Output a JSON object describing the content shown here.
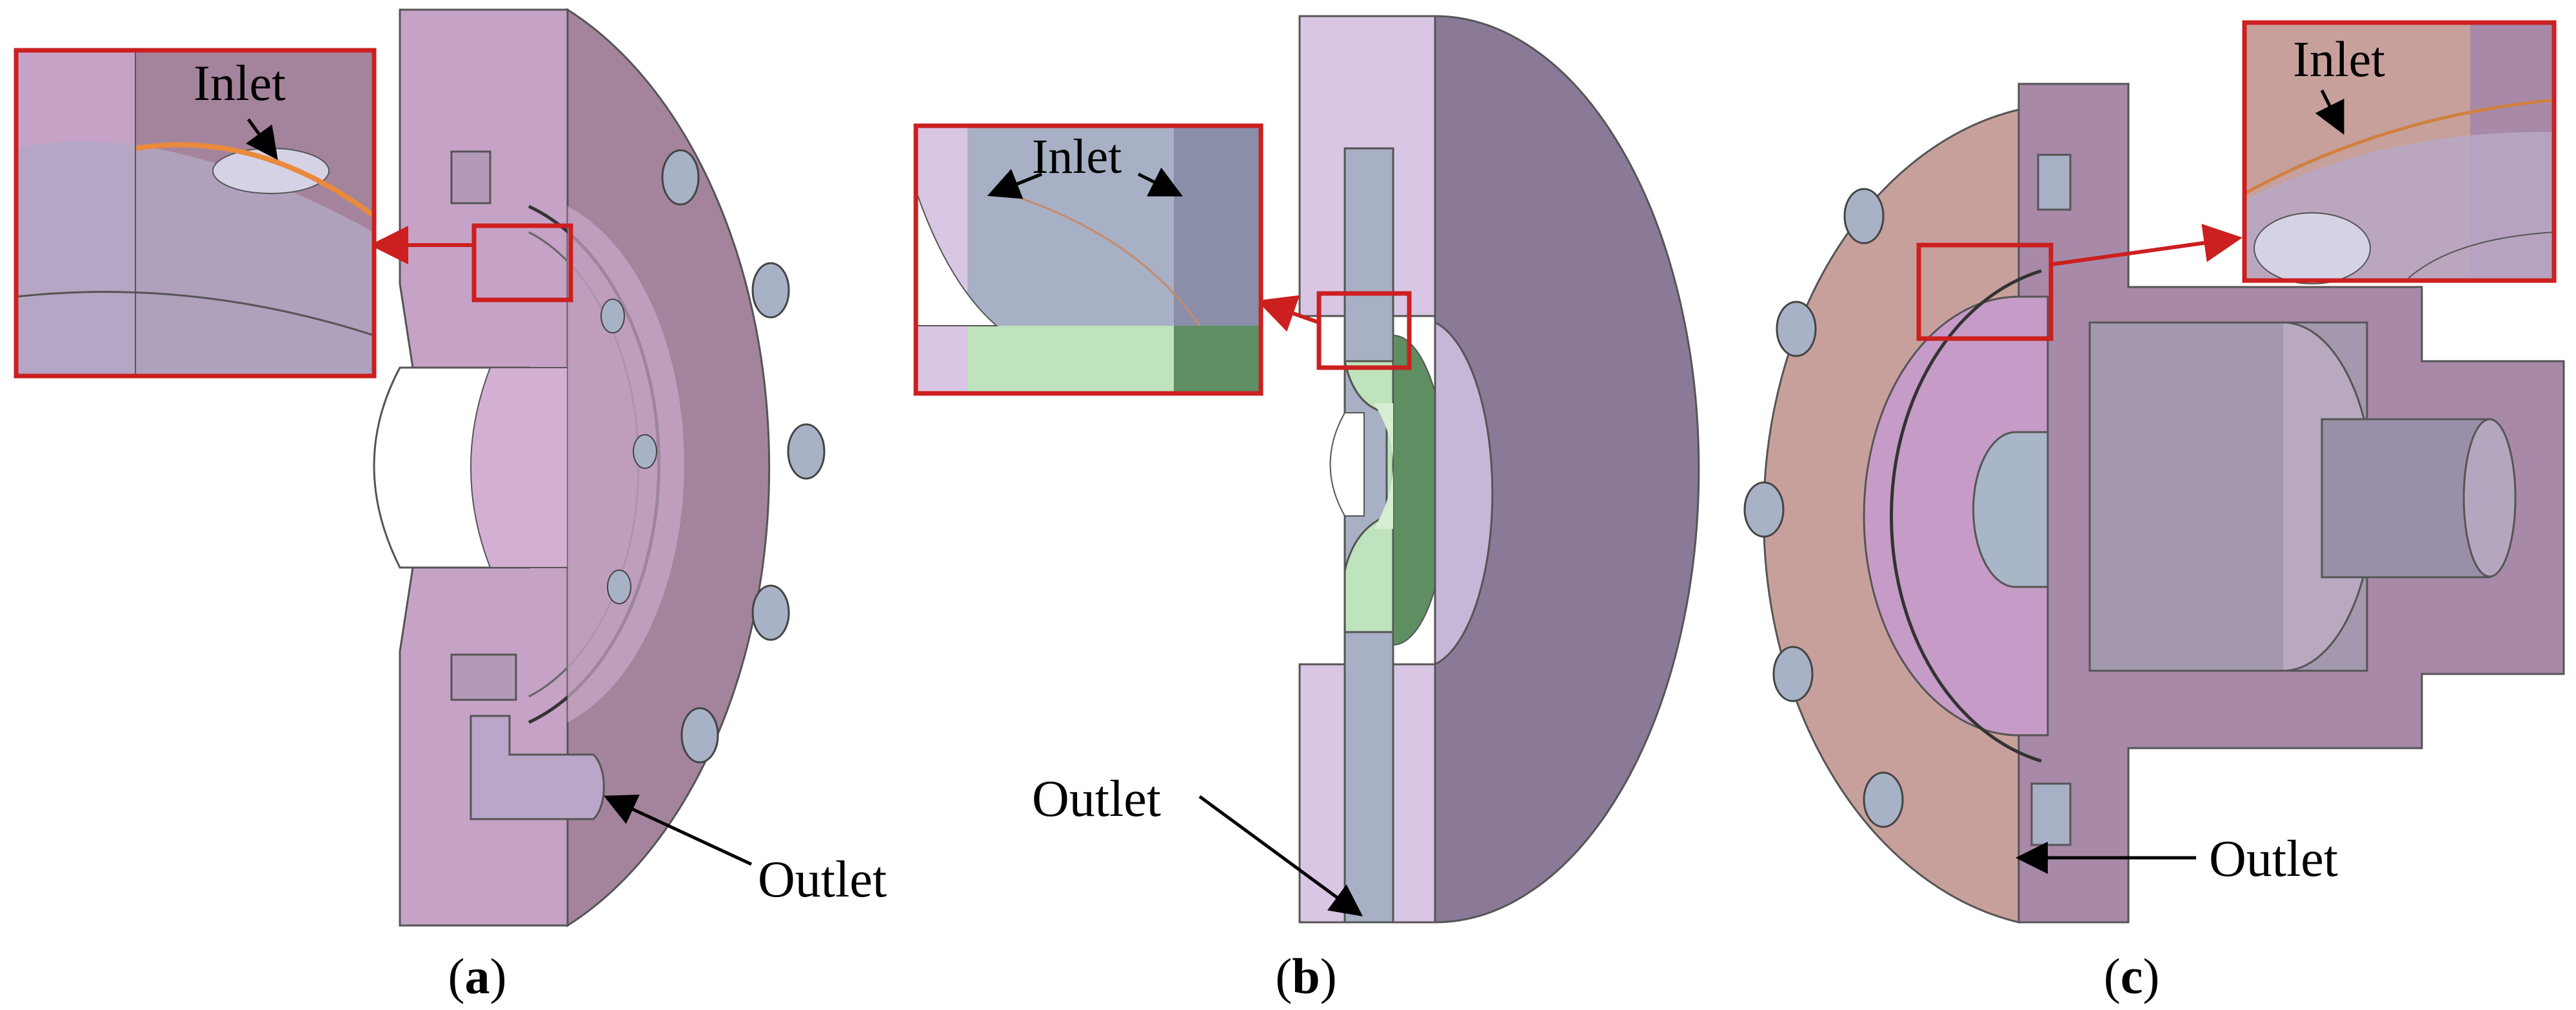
{
  "panels": [
    {
      "id": "a",
      "open": "(",
      "letter": "a",
      "close": ")",
      "inlet_label": "Inlet",
      "outlet_label": "Outlet"
    },
    {
      "id": "b",
      "open": "(",
      "letter": "b",
      "close": ")",
      "inlet_label": "Inlet",
      "outlet_label": "Outlet"
    },
    {
      "id": "c",
      "open": "(",
      "letter": "c",
      "close": ")",
      "inlet_label": "Inlet",
      "outlet_label": "Outlet"
    }
  ],
  "colors": {
    "flange_pink": "#c6a2c6",
    "flange_pink_light": "#dcb8dc",
    "outer_mauve": "#a4849d",
    "body_purple": "#8a7a98",
    "panel_b_light": "#d9c6e4",
    "fluid_green": "#bfe3bc",
    "fluid_green_dark": "#5e8e62",
    "panel_c_salmon": "#c7a09c",
    "inset_frame": "#cc1f1f",
    "arrow_red": "#cc1f1f",
    "flow_orange": "#e98a3c",
    "hole_fill": "#a8b2c6"
  }
}
